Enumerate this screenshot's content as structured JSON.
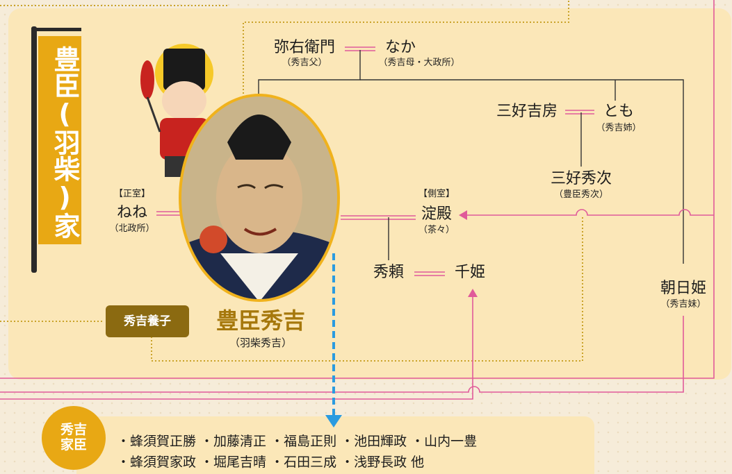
{
  "banner": {
    "text": "豊臣(羽柴)家"
  },
  "badge_adopted": "秀吉養子",
  "hideyoshi": {
    "name": "豊臣秀吉",
    "alias": "（羽柴秀吉）"
  },
  "people": {
    "yaemon": {
      "name": "弥右衛門",
      "note": "（秀吉父）"
    },
    "naka": {
      "name": "なか",
      "note": "（秀吉母・大政所）"
    },
    "yoshifusa": {
      "name": "三好吉房"
    },
    "tomo": {
      "name": "とも",
      "note": "（秀吉姉）"
    },
    "hidetsugu": {
      "name": "三好秀次",
      "note": "（豊臣秀次）"
    },
    "nene": {
      "role": "【正室】",
      "name": "ねね",
      "note": "（北政所）"
    },
    "yodo": {
      "role": "【側室】",
      "name": "淀殿",
      "note": "（茶々）"
    },
    "hideyori": {
      "name": "秀頼"
    },
    "senhime": {
      "name": "千姫"
    },
    "asahi": {
      "name": "朝日姫",
      "note": "（秀吉妹）"
    }
  },
  "vassals": {
    "label": "秀吉家臣",
    "line1": "・蜂須賀正勝 ・加藤清正 ・福島正則 ・池田輝政 ・山内一豊",
    "line2": "・蜂須賀家政 ・堀尾吉晴 ・石田三成 ・浅野長政  他"
  },
  "colors": {
    "accent": "#e8a814",
    "relation_pink": "#e05a9a",
    "blue_arrow": "#2a9be0",
    "gold_dotted": "#c9a227"
  }
}
